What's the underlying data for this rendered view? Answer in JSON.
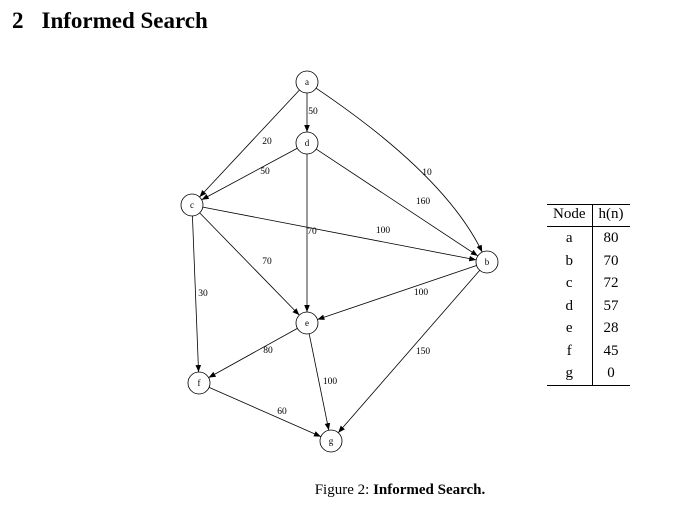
{
  "section": {
    "number": "2",
    "title": "Informed Search"
  },
  "graph": {
    "nodes": [
      {
        "id": "a",
        "label": "a"
      },
      {
        "id": "d",
        "label": "d"
      },
      {
        "id": "c",
        "label": "c"
      },
      {
        "id": "b",
        "label": "b"
      },
      {
        "id": "e",
        "label": "e"
      },
      {
        "id": "f",
        "label": "f"
      },
      {
        "id": "g",
        "label": "g"
      }
    ],
    "edges": [
      {
        "from": "a",
        "to": "d",
        "label": "50"
      },
      {
        "from": "a",
        "to": "c",
        "label": "20"
      },
      {
        "from": "a",
        "to": "b",
        "label": "10"
      },
      {
        "from": "d",
        "to": "c",
        "label": "50"
      },
      {
        "from": "d",
        "to": "b",
        "label": "160"
      },
      {
        "from": "d",
        "to": "e",
        "label": "70"
      },
      {
        "from": "c",
        "to": "b",
        "label": "100"
      },
      {
        "from": "c",
        "to": "e",
        "label": "70"
      },
      {
        "from": "c",
        "to": "f",
        "label": "30"
      },
      {
        "from": "b",
        "to": "e",
        "label": "100"
      },
      {
        "from": "b",
        "to": "g",
        "label": "150"
      },
      {
        "from": "e",
        "to": "f",
        "label": "80"
      },
      {
        "from": "e",
        "to": "g",
        "label": "100"
      },
      {
        "from": "f",
        "to": "g",
        "label": "60"
      }
    ]
  },
  "heuristic_table": {
    "headers": [
      "Node",
      "h(n)"
    ],
    "rows": [
      [
        "a",
        "80"
      ],
      [
        "b",
        "70"
      ],
      [
        "c",
        "72"
      ],
      [
        "d",
        "57"
      ],
      [
        "e",
        "28"
      ],
      [
        "f",
        "45"
      ],
      [
        "g",
        "0"
      ]
    ]
  },
  "caption": {
    "prefix": "Figure 2:",
    "title": "Informed Search."
  }
}
